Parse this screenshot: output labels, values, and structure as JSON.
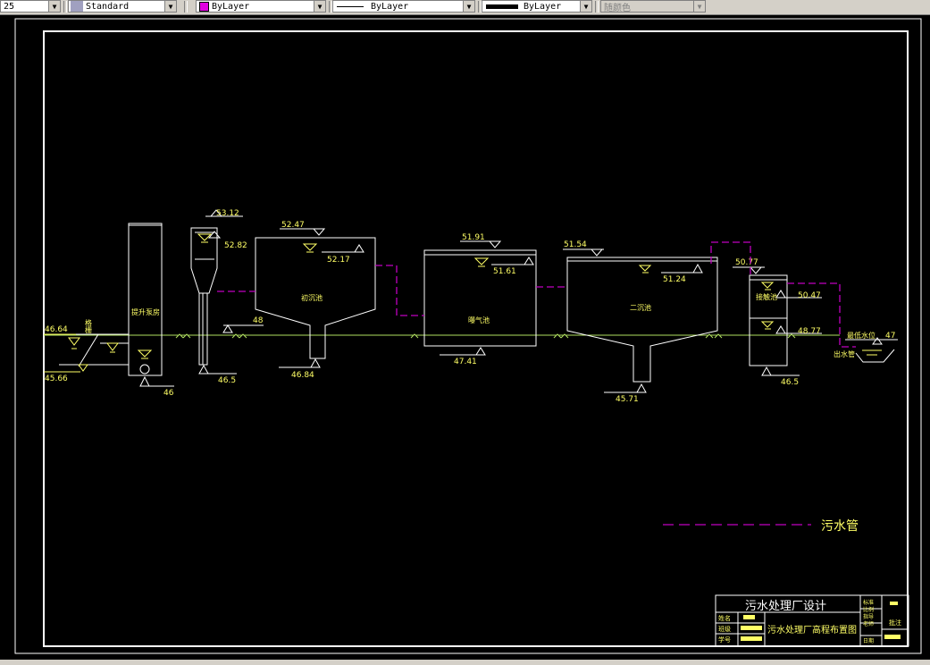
{
  "toolbar": {
    "scale_value": "25",
    "textstyle_value": "Standard",
    "color_value": "ByLayer",
    "color_swatch": "#e000e0",
    "linetype_value": "ByLayer",
    "lineweight_value": "ByLayer",
    "plotstyle_value": "随颜色"
  },
  "colors": {
    "pipe": "#c000c0",
    "line": "#ffffff",
    "text": "#ffff66",
    "ground": "#b0e060"
  },
  "drawing": {
    "bar_screen_label": "格栅",
    "pump_label": "提升泵房",
    "primary_label": "初沉池",
    "aeration_label": "曝气池",
    "secondary_label": "二沉池",
    "contact_label": "接触池",
    "outlet_label": "出水管",
    "lowest_water_label": "最低水位",
    "elev": {
      "inlet_top": "46.64",
      "inlet_bottom": "45.66",
      "pump_base": "46",
      "screen_top": "53.12",
      "screen_water": "52.82",
      "screen_base": "46.5",
      "ground": "48",
      "primary_top": "52.47",
      "primary_water": "52.17",
      "primary_bottom": "46.84",
      "aeration_top": "51.91",
      "aeration_water": "51.61",
      "aeration_bottom": "47.41",
      "secondary_top": "51.54",
      "secondary_water": "51.24",
      "secondary_bottom": "45.71",
      "contact_top": "50.77",
      "contact_water1": "50.47",
      "contact_water2": "48.77",
      "contact_bottom": "46.5",
      "outlet_level": "47"
    }
  },
  "legend": {
    "label": "污水管"
  },
  "title_block": {
    "project": "污水处理厂设计",
    "drawing_title": "污水处理厂高程布置图",
    "left_rows": [
      "姓名",
      "班级",
      "学号"
    ],
    "right_rows": [
      "标准",
      "比例",
      "指导",
      "老师",
      "日期"
    ],
    "right_label": "批注"
  }
}
